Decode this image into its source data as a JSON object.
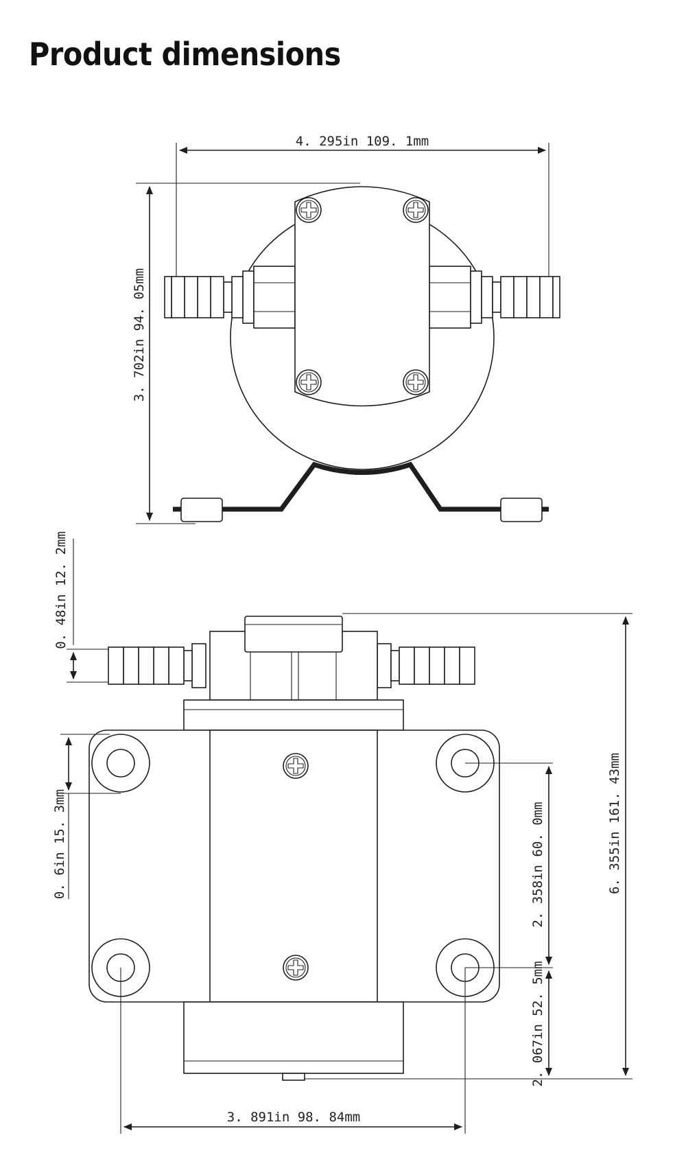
{
  "title": "Product dimensions",
  "dimensions": {
    "top_width": "4. 295in 109. 1mm",
    "top_height": "3. 702in 94. 05mm",
    "outlet_offset": "0. 48in 12. 2mm",
    "hole_offset": "0. 6in 15. 3mm",
    "hole_spacing_vertical": "2. 358in 60. 0mm",
    "total_length": "6. 355in 161. 43mm",
    "end_offset": "2. 067in 52. 5mm",
    "hole_spacing_horizontal": "3. 891in 98. 84mm"
  },
  "colors": {
    "line": "#1e1e1e",
    "background": "#ffffff",
    "title": "#111111"
  }
}
